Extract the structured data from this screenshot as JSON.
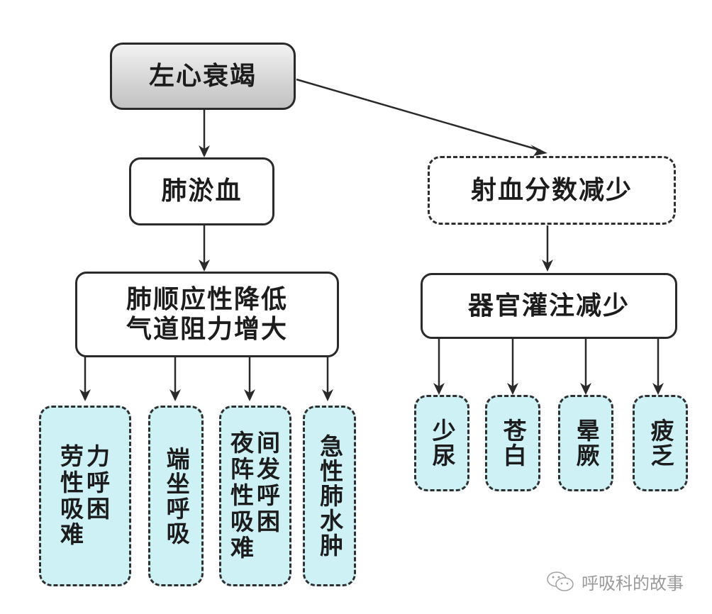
{
  "diagram": {
    "root": {
      "label": "左心衰竭"
    },
    "left_branch": {
      "level1": {
        "label": "肺淤血"
      },
      "level2": {
        "line1": "肺顺应性降低",
        "line2": "气道阻力增大"
      },
      "symptoms": [
        {
          "label": "劳力性呼吸困难",
          "col1": "劳性吸难",
          "col2": "力呼困"
        },
        {
          "label": "端坐呼吸"
        },
        {
          "label": "夜间阵发性呼吸困难",
          "col1": "夜阵性吸难",
          "col2": "间发呼困"
        },
        {
          "label": "急性肺水肿"
        }
      ]
    },
    "right_branch": {
      "level1": {
        "label": "射血分数减少"
      },
      "level2": {
        "label": "器官灌注减少"
      },
      "symptoms": [
        {
          "label": "少尿"
        },
        {
          "label": "苍白"
        },
        {
          "label": "晕厥"
        },
        {
          "label": "疲乏"
        }
      ]
    },
    "colors": {
      "symptom_fill": "#cdf1f5",
      "border": "#2a2a2a",
      "root_fill": "#d6d6d6"
    }
  },
  "watermark": {
    "icon": "wechat-icon",
    "text": "呼吸科的故事"
  }
}
